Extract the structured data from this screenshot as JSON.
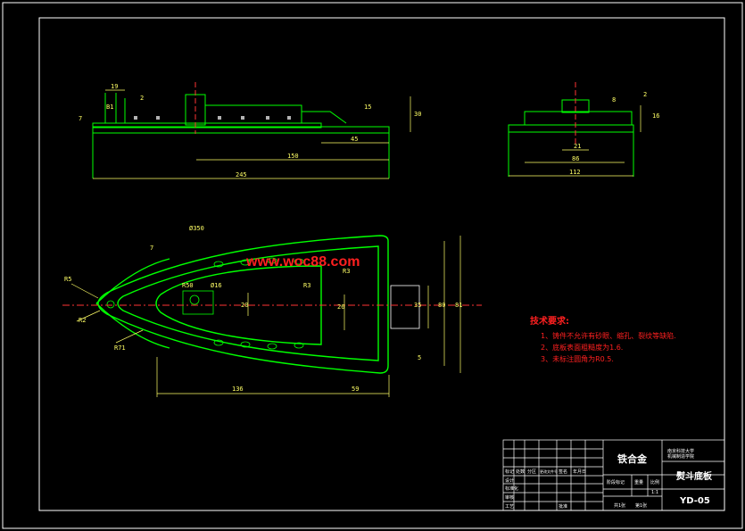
{
  "colors": {
    "background": "#000000",
    "frame": "#ffffff",
    "outline": "#00ff00",
    "dimension": "#ffff66",
    "centerline": "#ff3333",
    "notes": "#ff2020"
  },
  "watermark": "www.woc88.com",
  "front_view": {
    "dims": [
      "19",
      "2",
      "B1",
      "7",
      "30",
      "45",
      "150",
      "245",
      "15"
    ]
  },
  "side_view": {
    "dims": [
      "2",
      "16",
      "21",
      "86",
      "112",
      "8"
    ]
  },
  "plan_view": {
    "dims": [
      "R5",
      "R2",
      "R71",
      "Ø350",
      "R50",
      "Ø16",
      "20",
      "R3",
      "R3",
      "26",
      "35",
      "80",
      "81",
      "7",
      "5",
      "136",
      "59"
    ]
  },
  "tech_notes": {
    "title": "技术要求:",
    "items": [
      "1、铸件不允许有砂眼、缩孔、裂纹等缺陷.",
      "2、底板表面粗糙度为1.6.",
      "3、未标注圆角为R0.5."
    ]
  },
  "title_block": {
    "material": "铁合金",
    "school": "南京科技大学\n机械制造学院",
    "part_name": "熨斗底板",
    "drawing_no": "YD-05",
    "scale": "1:1",
    "left_labels": [
      "标记",
      "处数",
      "分区",
      "更改文件号",
      "签名",
      "年月日"
    ],
    "row_labels": [
      "设计",
      "审核",
      "工艺",
      "标准化",
      "批准"
    ],
    "stage_labels": [
      "阶段标记",
      "重量",
      "比例"
    ],
    "sheet": [
      "共1张",
      "第1张"
    ]
  }
}
